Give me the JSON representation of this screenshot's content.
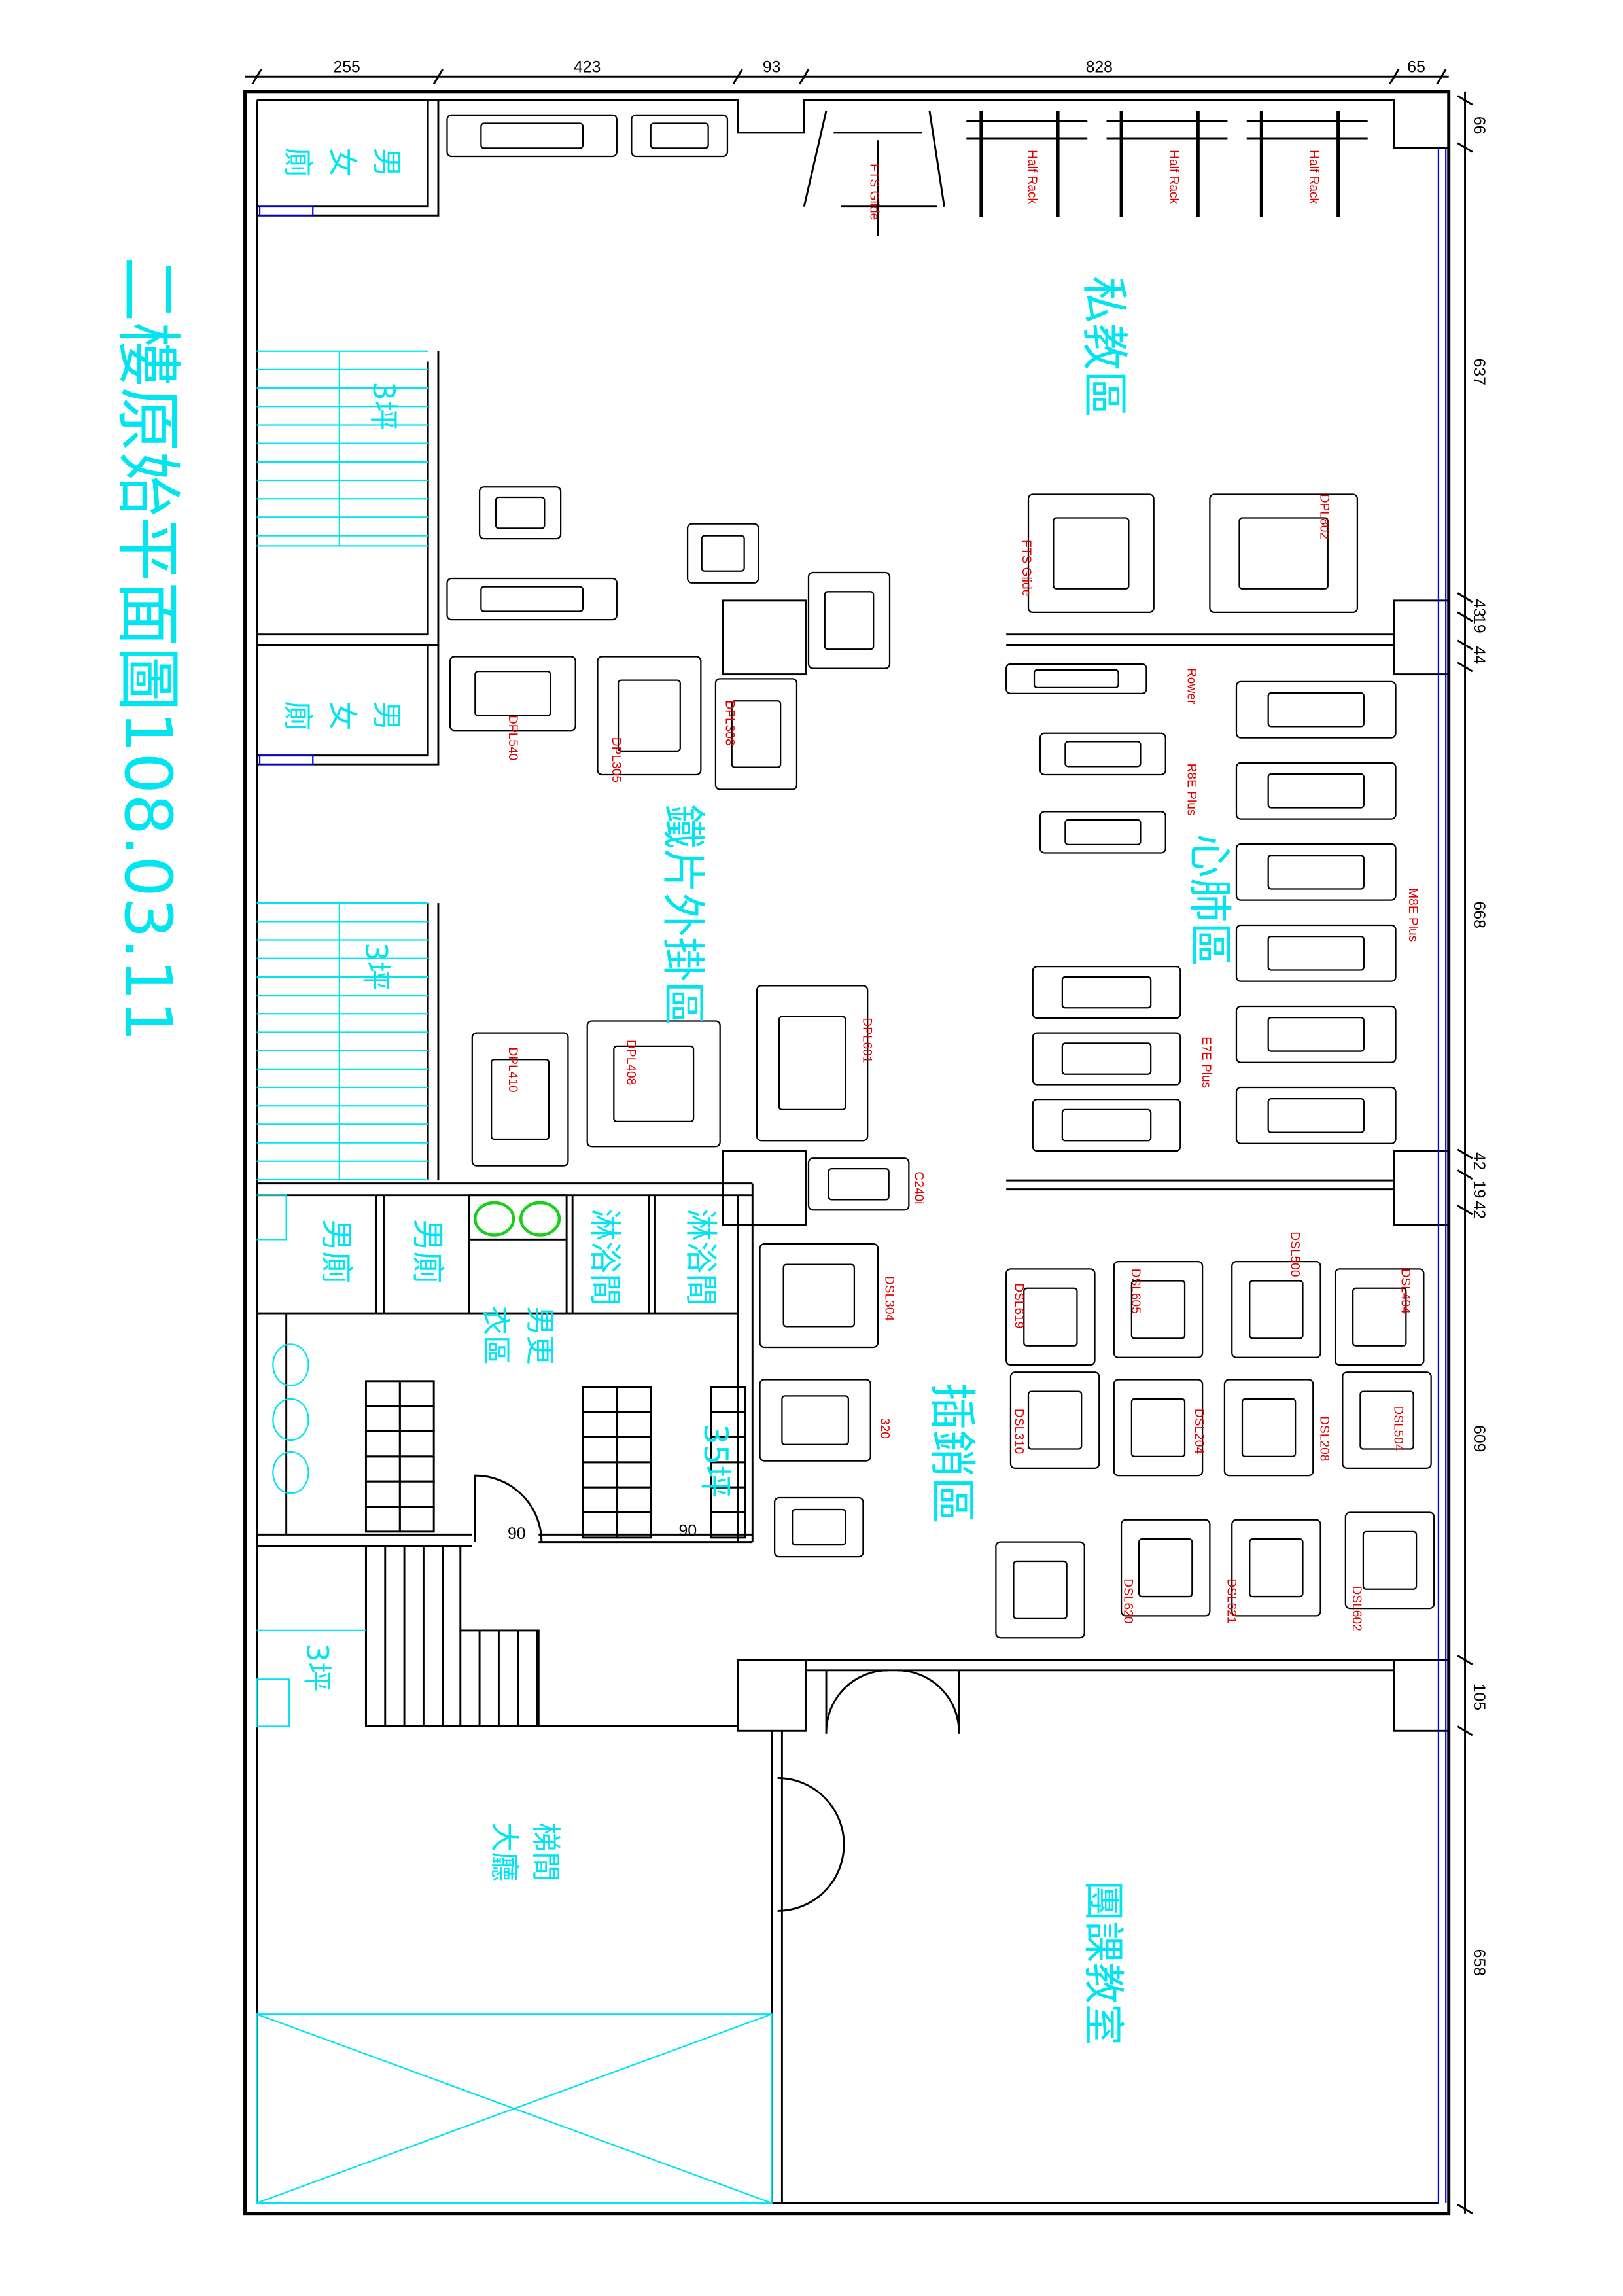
{
  "title": "二樓原始平面圖108.03.11",
  "dimensions": {
    "top": [
      "255",
      "423",
      "93",
      "828",
      "65"
    ],
    "right": [
      "66",
      "637",
      "43",
      "19",
      "44",
      "668",
      "42",
      "19",
      "42",
      "609",
      "105",
      "658"
    ]
  },
  "zones": {
    "private_training": "私教區",
    "plate_loaded": "鐵片外掛區",
    "cardio": "心肺區",
    "selectorized": "插銷區",
    "group_class": "團課教室",
    "stair_lobby": [
      "梯間",
      "大廳"
    ],
    "mens_locker": [
      "男更",
      "衣區"
    ]
  },
  "rooms": {
    "restroom_top": [
      "男",
      "女",
      "廁"
    ],
    "restroom_mid": [
      "男",
      "女",
      "廁"
    ],
    "area_1": "3坪",
    "area_2": "3坪",
    "area_3": "3坪",
    "area_locker": "35坪",
    "mens_toilet_1": "男廁",
    "mens_toilet_2": "男廁",
    "shower_1": "淋浴間",
    "shower_2": "淋浴間"
  },
  "doors": [
    "90",
    "90"
  ],
  "equipment": [
    "FTS Glide",
    "Half Rack",
    "Half Rack",
    "Half Rack",
    "FTS Glide",
    "DPL802",
    "Rower",
    "R8E Plus",
    "M8E Plus",
    "E7E Plus",
    "DPL540",
    "DPL305",
    "DPL308",
    "DPL601",
    "DPL408",
    "DPL410",
    "C240i",
    "DSL304",
    "320",
    "DSL500",
    "DSL404",
    "DSL605",
    "DSL619",
    "DSL310",
    "DSL204",
    "DSL208",
    "DSL504",
    "DSL620",
    "DSL621",
    "DSL602"
  ],
  "colors": {
    "zone_text": "#00e5f0",
    "equipment_label": "#e00000",
    "wall": "#000000",
    "window": "#0000ee"
  }
}
